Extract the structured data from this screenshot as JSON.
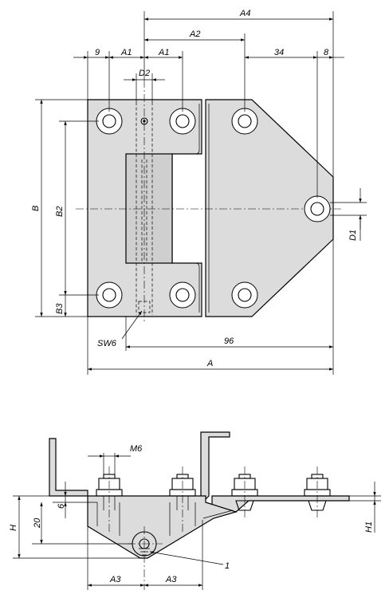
{
  "top_view": {
    "dimensions": {
      "A4": "A4",
      "A2": "A2",
      "nine": "9",
      "A1_left": "A1",
      "A1_right": "A1",
      "thirty_four": "34",
      "eight": "8",
      "D2": "D2",
      "B": "B",
      "B2": "B2",
      "B3": "B3",
      "D1": "D1",
      "SW6": "SW6",
      "ninety_six": "96",
      "A": "A"
    }
  },
  "side_view": {
    "dimensions": {
      "M6": "M6",
      "six": "6",
      "twenty": "20",
      "H": "H",
      "H1": "H1",
      "one": "1",
      "A3_left": "A3",
      "A3_right": "A3"
    }
  }
}
